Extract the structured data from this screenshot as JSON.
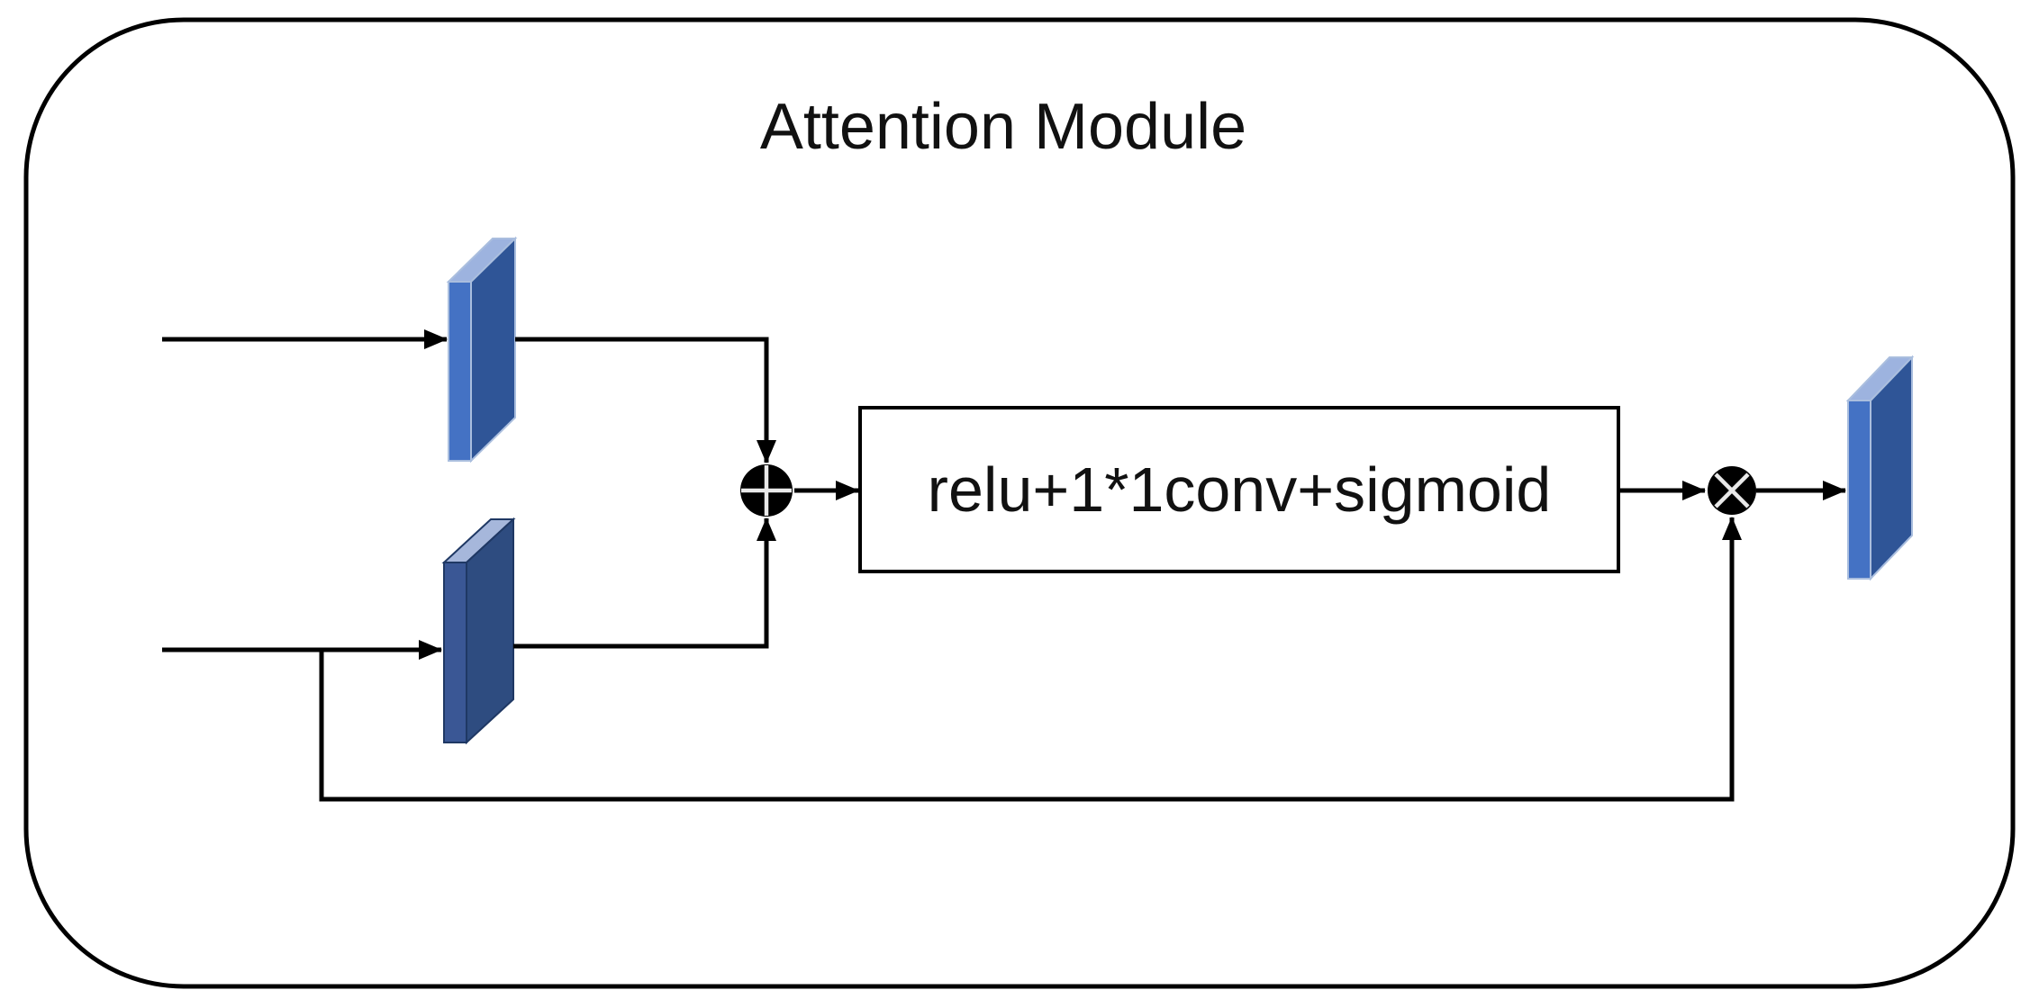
{
  "diagram": {
    "title": "Attention Module",
    "process_box": {
      "label": "relu+1*1conv+sigmoid"
    },
    "operators": {
      "add": {
        "symbol": "⊕",
        "icon": "circled-plus-icon"
      },
      "multiply": {
        "symbol": "⊗",
        "icon": "circled-times-icon"
      }
    },
    "tensors": {
      "top_input": {
        "style": "blue-slab"
      },
      "bottom_input": {
        "style": "dark-blue-slab"
      },
      "output": {
        "style": "blue-slab"
      }
    },
    "colors": {
      "background": "#FFFFFF",
      "line": "#000000",
      "slab_front": "#4472C4",
      "slab_side": "#2F5597",
      "slab_top": "#9DB3DF",
      "slab_dark_front": "#3A5795",
      "slab_dark_side": "#2E4C80",
      "slab_dark_top": "#A6B7DB"
    }
  }
}
